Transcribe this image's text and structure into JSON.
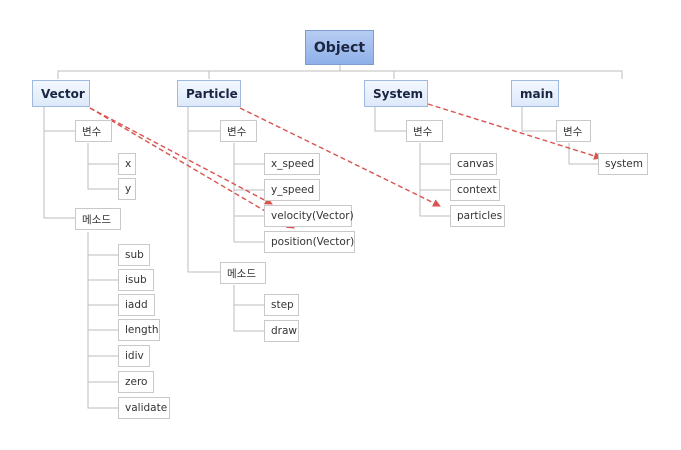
{
  "root": "Object",
  "branches": {
    "vector": {
      "label": "Vector",
      "var_label": "변수",
      "vars": [
        "x",
        "y"
      ],
      "method_label": "메소드",
      "methods": [
        "sub",
        "isub",
        "iadd",
        "length",
        "idiv",
        "zero",
        "validate"
      ]
    },
    "particle": {
      "label": "Particle",
      "var_label": "변수",
      "vars": [
        "x_speed",
        "y_speed",
        "velocity(Vector)",
        "position(Vector)"
      ],
      "method_label": "메소드",
      "methods": [
        "step",
        "draw"
      ]
    },
    "system": {
      "label": "System",
      "var_label": "변수",
      "vars": [
        "canvas",
        "context",
        "particles"
      ]
    },
    "main": {
      "label": "main",
      "var_label": "변수",
      "vars": [
        "system"
      ]
    }
  },
  "relationship_color": "#d9534f"
}
